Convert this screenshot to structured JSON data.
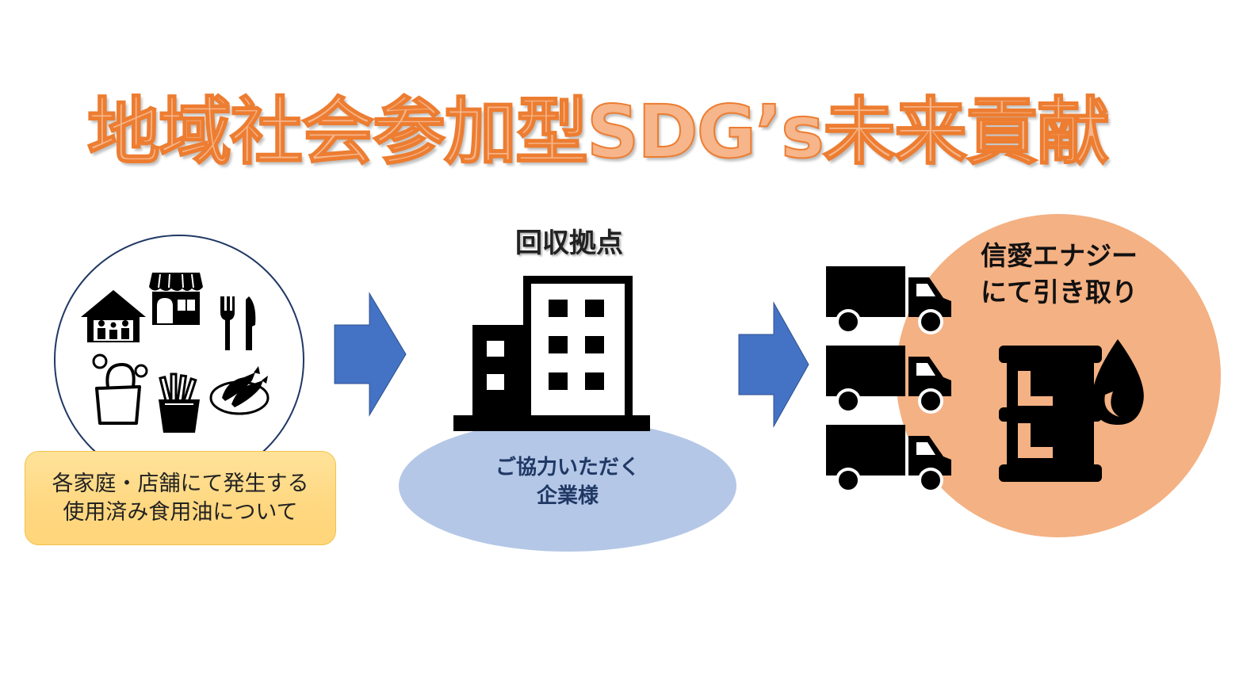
{
  "title": "地域社会参加型SDG’s未来貢献",
  "source": {
    "caption_line1": "各家庭・店舗にて発生する",
    "caption_line2": "使用済み食用油について",
    "icons": [
      "house-family-icon",
      "storefront-icon",
      "fork-knife-icon",
      "rice-ball-bag-icon",
      "french-fries-icon",
      "fried-shrimp-icon"
    ]
  },
  "hub": {
    "label": "回収拠点",
    "text_line1": "ご協力いただく",
    "text_line2": "企業様",
    "icon": "office-building-icon"
  },
  "destination": {
    "label_line1": "信愛エナジー",
    "label_line2": "にて引き取り",
    "icons": [
      "delivery-truck-icon",
      "oil-barrel-icon"
    ]
  },
  "colors": {
    "title_fill": "#f6b58a",
    "title_stroke": "#ed7d31",
    "arrow": "#4472c4",
    "hub_ellipse": "#b4c7e7",
    "dest_circle": "#f4b183",
    "caption_box": "#ffd97f"
  }
}
